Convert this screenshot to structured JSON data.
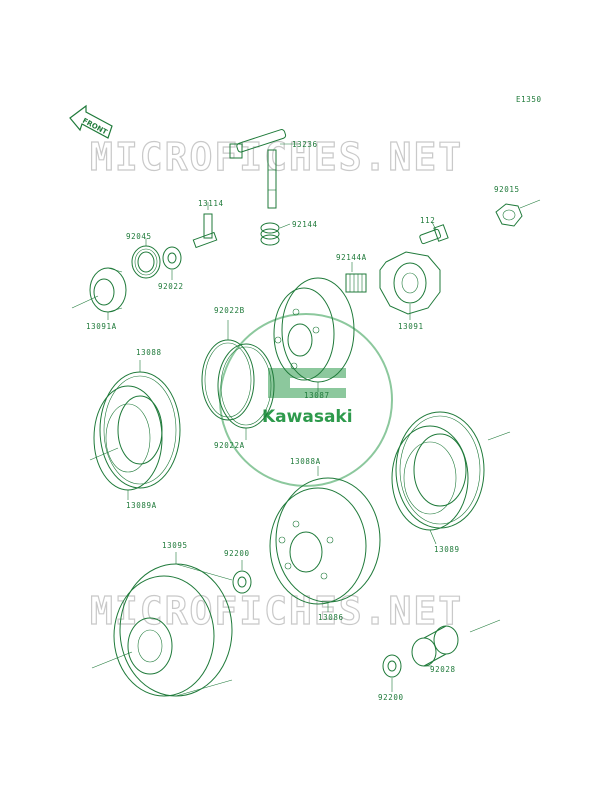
{
  "diagram": {
    "code": "E1350",
    "front_label": "FRONT",
    "brand_logo": "Kawasaki",
    "watermarks": [
      "MICROFICHES.NET",
      "MICROFICHES.NET"
    ],
    "parts": [
      {
        "id": "13236"
      },
      {
        "id": "92015"
      },
      {
        "id": "13114"
      },
      {
        "id": "92144"
      },
      {
        "id": "112"
      },
      {
        "id": "92045"
      },
      {
        "id": "92144A"
      },
      {
        "id": "92022"
      },
      {
        "id": "13091A"
      },
      {
        "id": "13091"
      },
      {
        "id": "92022B"
      },
      {
        "id": "13088"
      },
      {
        "id": "13087"
      },
      {
        "id": "92022A"
      },
      {
        "id": "13089A"
      },
      {
        "id": "13088A"
      },
      {
        "id": "13089"
      },
      {
        "id": "13095"
      },
      {
        "id": "92200"
      },
      {
        "id": "13086"
      },
      {
        "id": "92028"
      },
      {
        "id": "92200"
      }
    ],
    "colors": {
      "line": "#1f7a3a",
      "logo": "#2e9a4c",
      "watermark": "#c9c9c9"
    }
  }
}
